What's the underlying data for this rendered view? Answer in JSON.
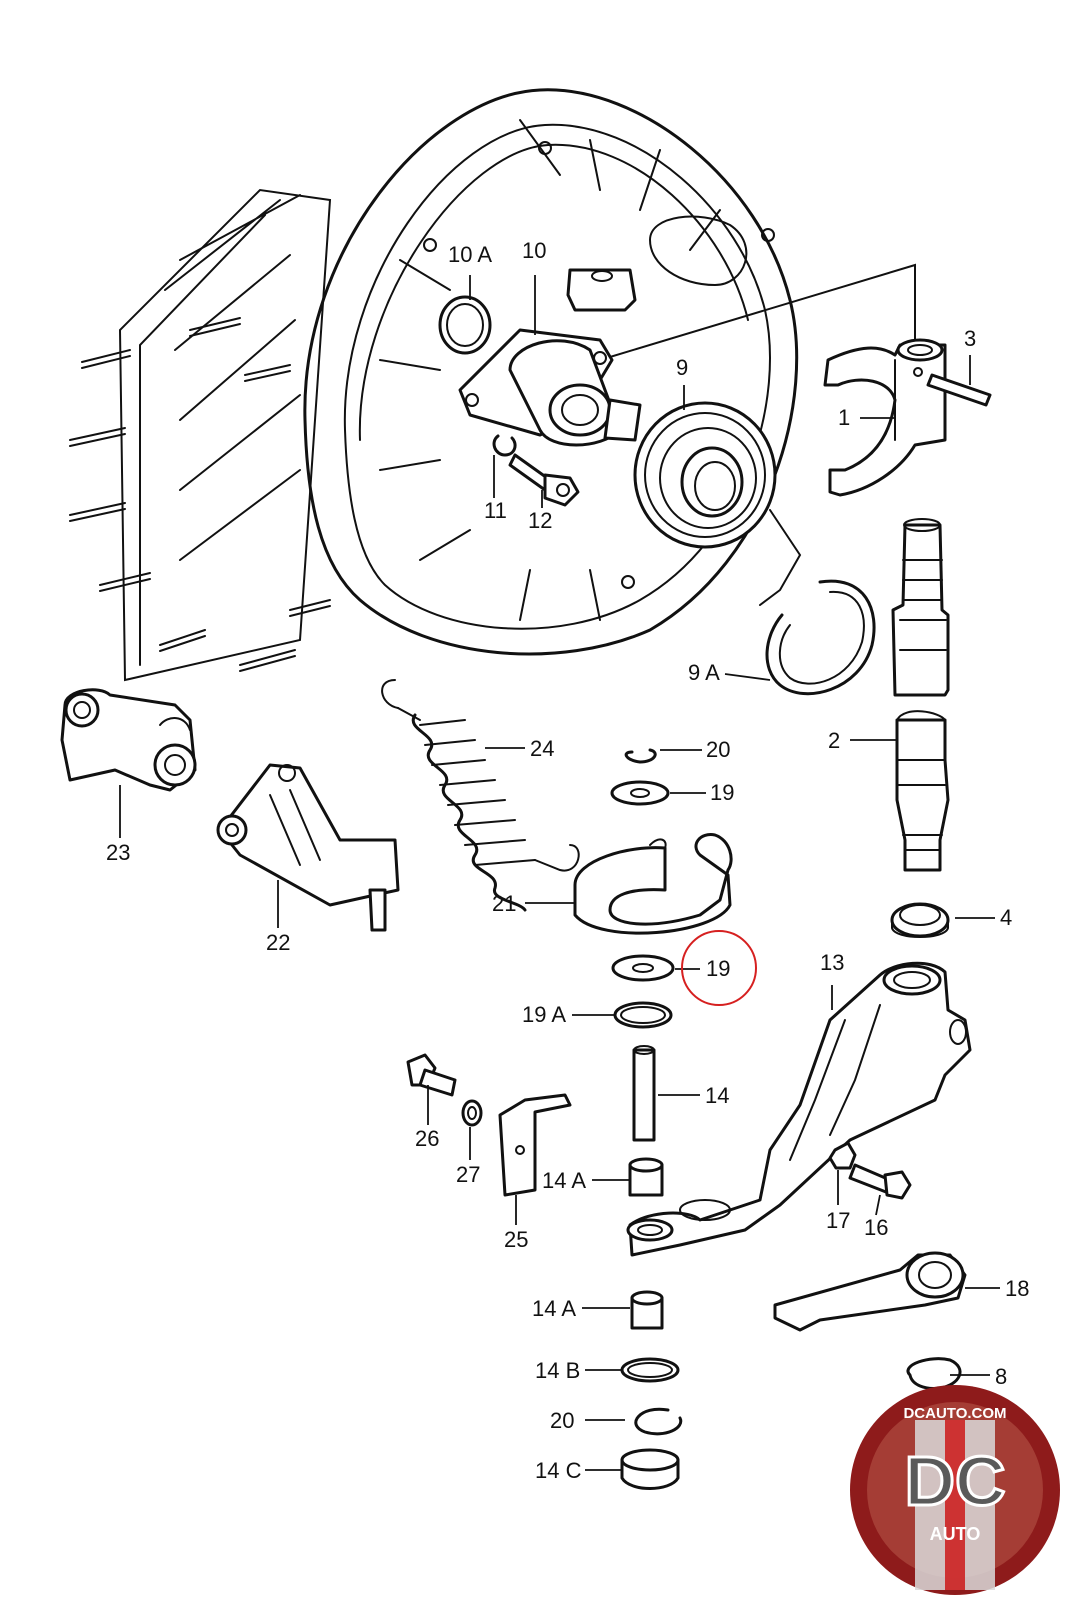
{
  "labels": {
    "p1": "1",
    "p2": "2",
    "p3": "3",
    "p4": "4",
    "p8": "8",
    "p9": "9",
    "p9a": "9 A",
    "p10": "10",
    "p10a": "10 A",
    "p11": "11",
    "p12": "12",
    "p13": "13",
    "p14": "14",
    "p14a_1": "14 A",
    "p14a_2": "14 A",
    "p14b": "14 B",
    "p14c": "14 C",
    "p16": "16",
    "p17": "17",
    "p18": "18",
    "p19_1": "19",
    "p19_2": "19",
    "p19a": "19 A",
    "p20_1": "20",
    "p20_2": "20",
    "p21": "21",
    "p22": "22",
    "p23": "23",
    "p24": "24",
    "p25": "25",
    "p26": "26",
    "p27": "27"
  },
  "highlight": {
    "label": "19",
    "color": "#d62020"
  },
  "logo": {
    "top_text": "DCAUTO.COM",
    "mono": "DC",
    "sub": "AUTO",
    "ring_color": "#8e1b1b"
  }
}
